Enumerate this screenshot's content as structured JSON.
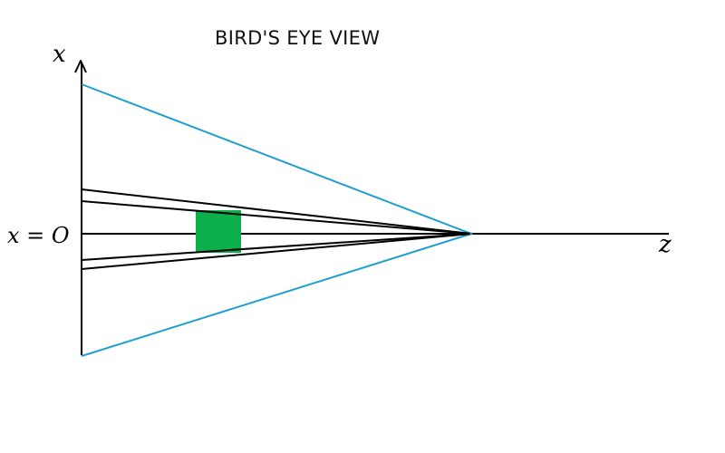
{
  "title": "BIRD'S EYE VIEW",
  "labels": {
    "x_axis": "x",
    "z_axis": "z",
    "origin_line": "x = O"
  },
  "colors": {
    "frustum": "#1f9fd0",
    "object": "#0bb04a",
    "lines": "#000000"
  }
}
